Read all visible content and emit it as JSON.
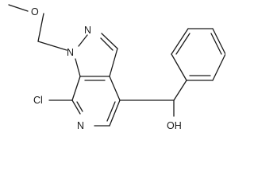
{
  "molecule": {
    "atoms": {
      "ether_oxygen": "O",
      "n1": "N",
      "n2": "N",
      "pyridine_n": "N",
      "chlorine": "Cl",
      "hydroxyl": "OH"
    }
  }
}
